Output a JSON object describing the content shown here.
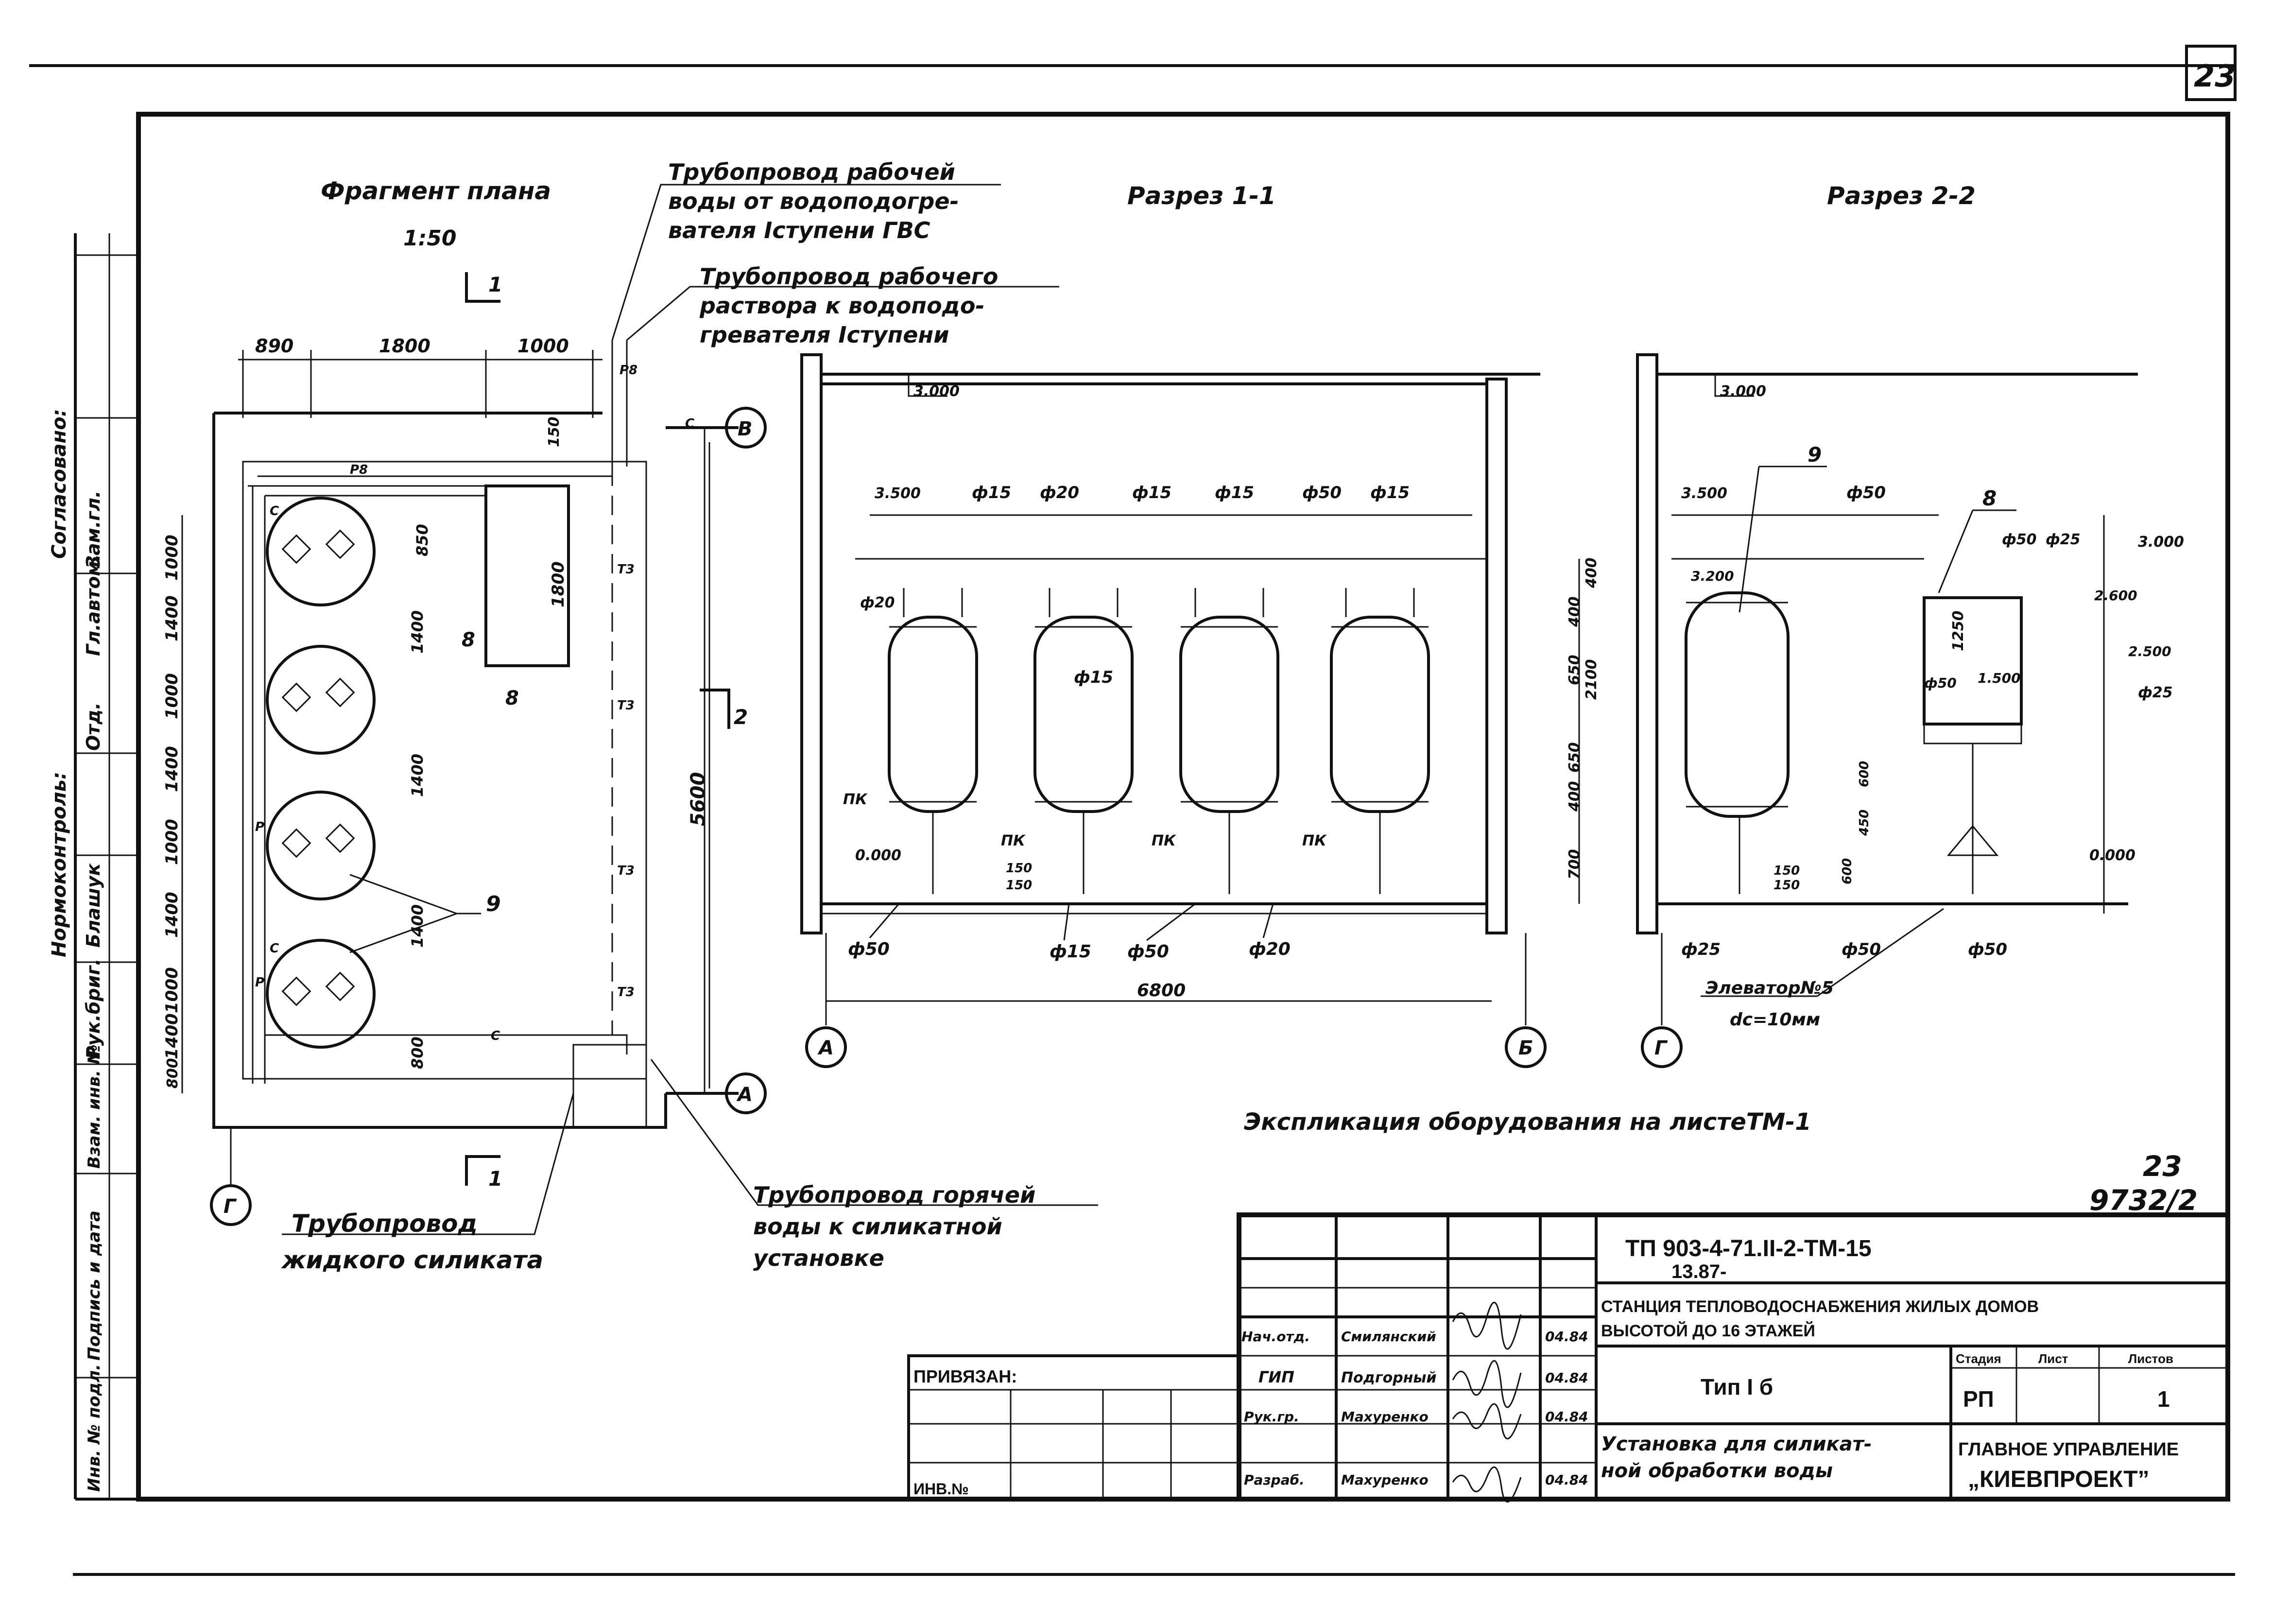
{
  "sheet_number": "23",
  "plan": {
    "title": "Фрагмент плана",
    "scale": "1:50",
    "dims_top": [
      "890",
      "1800",
      "1000"
    ],
    "dims_left": [
      "1000",
      "1400",
      "1000",
      "1400",
      "1000",
      "1400",
      "1000",
      "1400",
      "800"
    ],
    "dims_inner": [
      "850",
      "1400",
      "1400",
      "1400",
      "800"
    ],
    "dim_right": "5600",
    "dim_tank_h": "1800",
    "dim_tank_w": "150",
    "pipe_codes": [
      "Р8",
      "Р8",
      "Т3",
      "Т3",
      "Т3",
      "Т3",
      "С",
      "С",
      "С",
      "Р",
      "Р",
      "С"
    ],
    "callouts": [
      "9",
      "8",
      "8"
    ],
    "section_marks": [
      "1",
      "1",
      "2"
    ],
    "axes": [
      "В",
      "А",
      "Г"
    ]
  },
  "leaders": {
    "work_water": "Трубопровод рабочей воды от водоподогревателя Iступени ГВС",
    "work_solution": "Трубопровод рабочего раствора к водоподогревателя Iступени",
    "hot_water": "Трубопровод горячей воды к силикатной установке",
    "liquid_silicate": "Трубопровод жидкого силиката"
  },
  "section1": {
    "title": "Разрез 1-1",
    "elev_top": "3.000",
    "elev_pipe": "3.500",
    "elev_floor": "0.000",
    "diameters_top": [
      "ф15",
      "ф20",
      "ф15",
      "ф15",
      "ф50",
      "ф15"
    ],
    "diameters_mid": [
      "ф20",
      "ф15"
    ],
    "diameters_bottom": [
      "ф50",
      "ф15",
      "ф50",
      "ф20"
    ],
    "labels": [
      "ПК",
      "ПК",
      "ПК",
      "ПК",
      "150",
      "150"
    ],
    "dims_right": [
      "400",
      "400",
      "650",
      "2100",
      "650",
      "400",
      "700"
    ],
    "span": "6800",
    "axes": [
      "А",
      "Б"
    ]
  },
  "section2": {
    "title": "Разрез 2-2",
    "elev_top": "3.000",
    "elev_pipe": "3.500",
    "elev_a": "3.200",
    "elev_b": "3.000",
    "elev_c": "2.600",
    "elev_d": "2.500",
    "elev_e": "1.500",
    "elev_floor": "0.000",
    "diameters": [
      "ф50",
      "ф50",
      "ф25",
      "ф25",
      "ф50",
      "ф25",
      "ф50",
      "ф50"
    ],
    "dims": [
      "1250",
      "600",
      "450",
      "600",
      "150",
      "150"
    ],
    "callouts": [
      "9",
      "8"
    ],
    "elevator_line1": "Элеватор№5",
    "elevator_line2": "dc=10мм",
    "axis": "Г"
  },
  "note": "Экспликация оборудования на листеТМ-1",
  "doc_ref_sheet": "23",
  "doc_ref_num": "9732/2",
  "left_margin": {
    "agreed": "Согласовано:",
    "cols": [
      "Зам.гл.",
      "Гл.автом.",
      "Отд.",
      "Нормоконтроль:",
      "Блашук",
      "Рук.бриг."
    ],
    "stamps": [
      "Взам. инв. №",
      "Подпись и дата",
      "Инв. № подл."
    ]
  },
  "title_block": {
    "bound": "ПРИВЯЗАН:",
    "inv": "ИНВ.№",
    "code": "ТП 903-4-71.II-2-ТМ-15",
    "code2": "13.87-",
    "station_line1": "СТАНЦИЯ ТЕПЛОВОДОСНАБЖЕНИЯ ЖИЛЫХ ДОМОВ",
    "station_line2": "ВЫСОТОЙ ДО 16 ЭТАЖЕЙ",
    "type": "Тип I б",
    "sheet_title_line1": "Установка для силикат-",
    "sheet_title_line2": "ной обработки воды",
    "stage_label": "Стадия",
    "sheet_label": "Лист",
    "sheets_label": "Листов",
    "stage": "РП",
    "sheets": "1",
    "org_line1": "ГЛАВНОЕ УПРАВЛЕНИЕ",
    "org_line2": "„КИЕВПРОЕКТ”",
    "rows": [
      {
        "role": "Нач.отд.",
        "name": "Смилянский",
        "date": "04.84"
      },
      {
        "role": "ГИП",
        "name": "Подгорный",
        "date": "04.84"
      },
      {
        "role": "Рук.гр.",
        "name": "Махуренко",
        "date": "04.84"
      },
      {
        "role": "Разраб.",
        "name": "Махуренко",
        "date": "04.84"
      }
    ]
  }
}
